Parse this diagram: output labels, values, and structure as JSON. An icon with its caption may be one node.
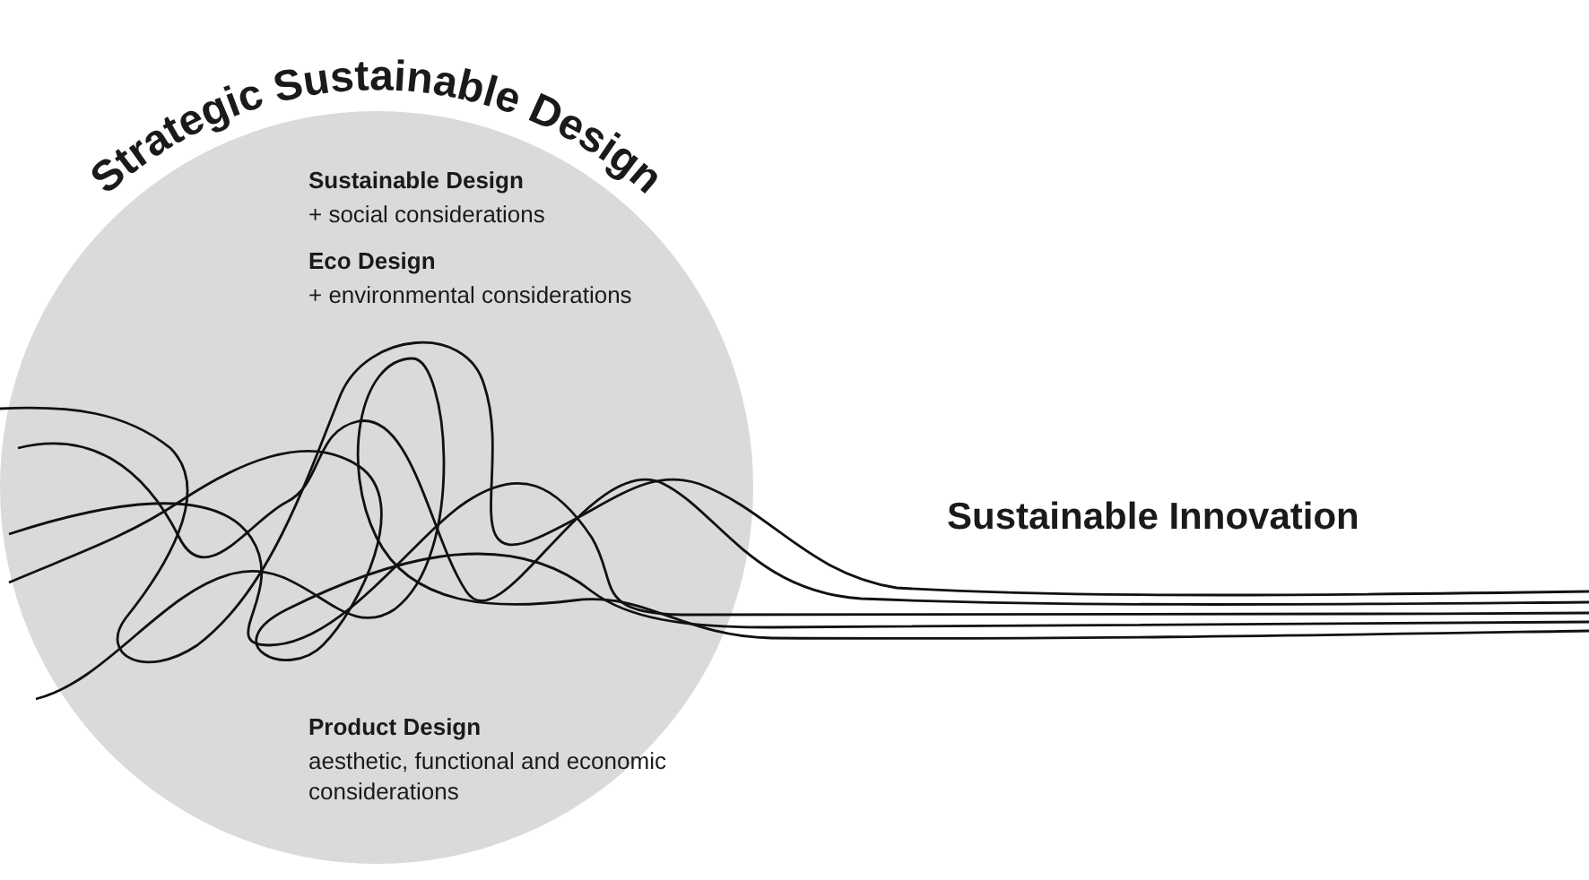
{
  "diagram": {
    "nodes": [
      {
        "text": [
          "Strategic Sustainable Design",
          "Sustainable Design",
          "+ social considerations",
          "Eco Design",
          "+ environmental considerations",
          "Product Design",
          "aesthetic, functional and economic considerations"
        ]
      }
    ],
    "labels": [
      "Sustainable Innovation"
    ]
  }
}
